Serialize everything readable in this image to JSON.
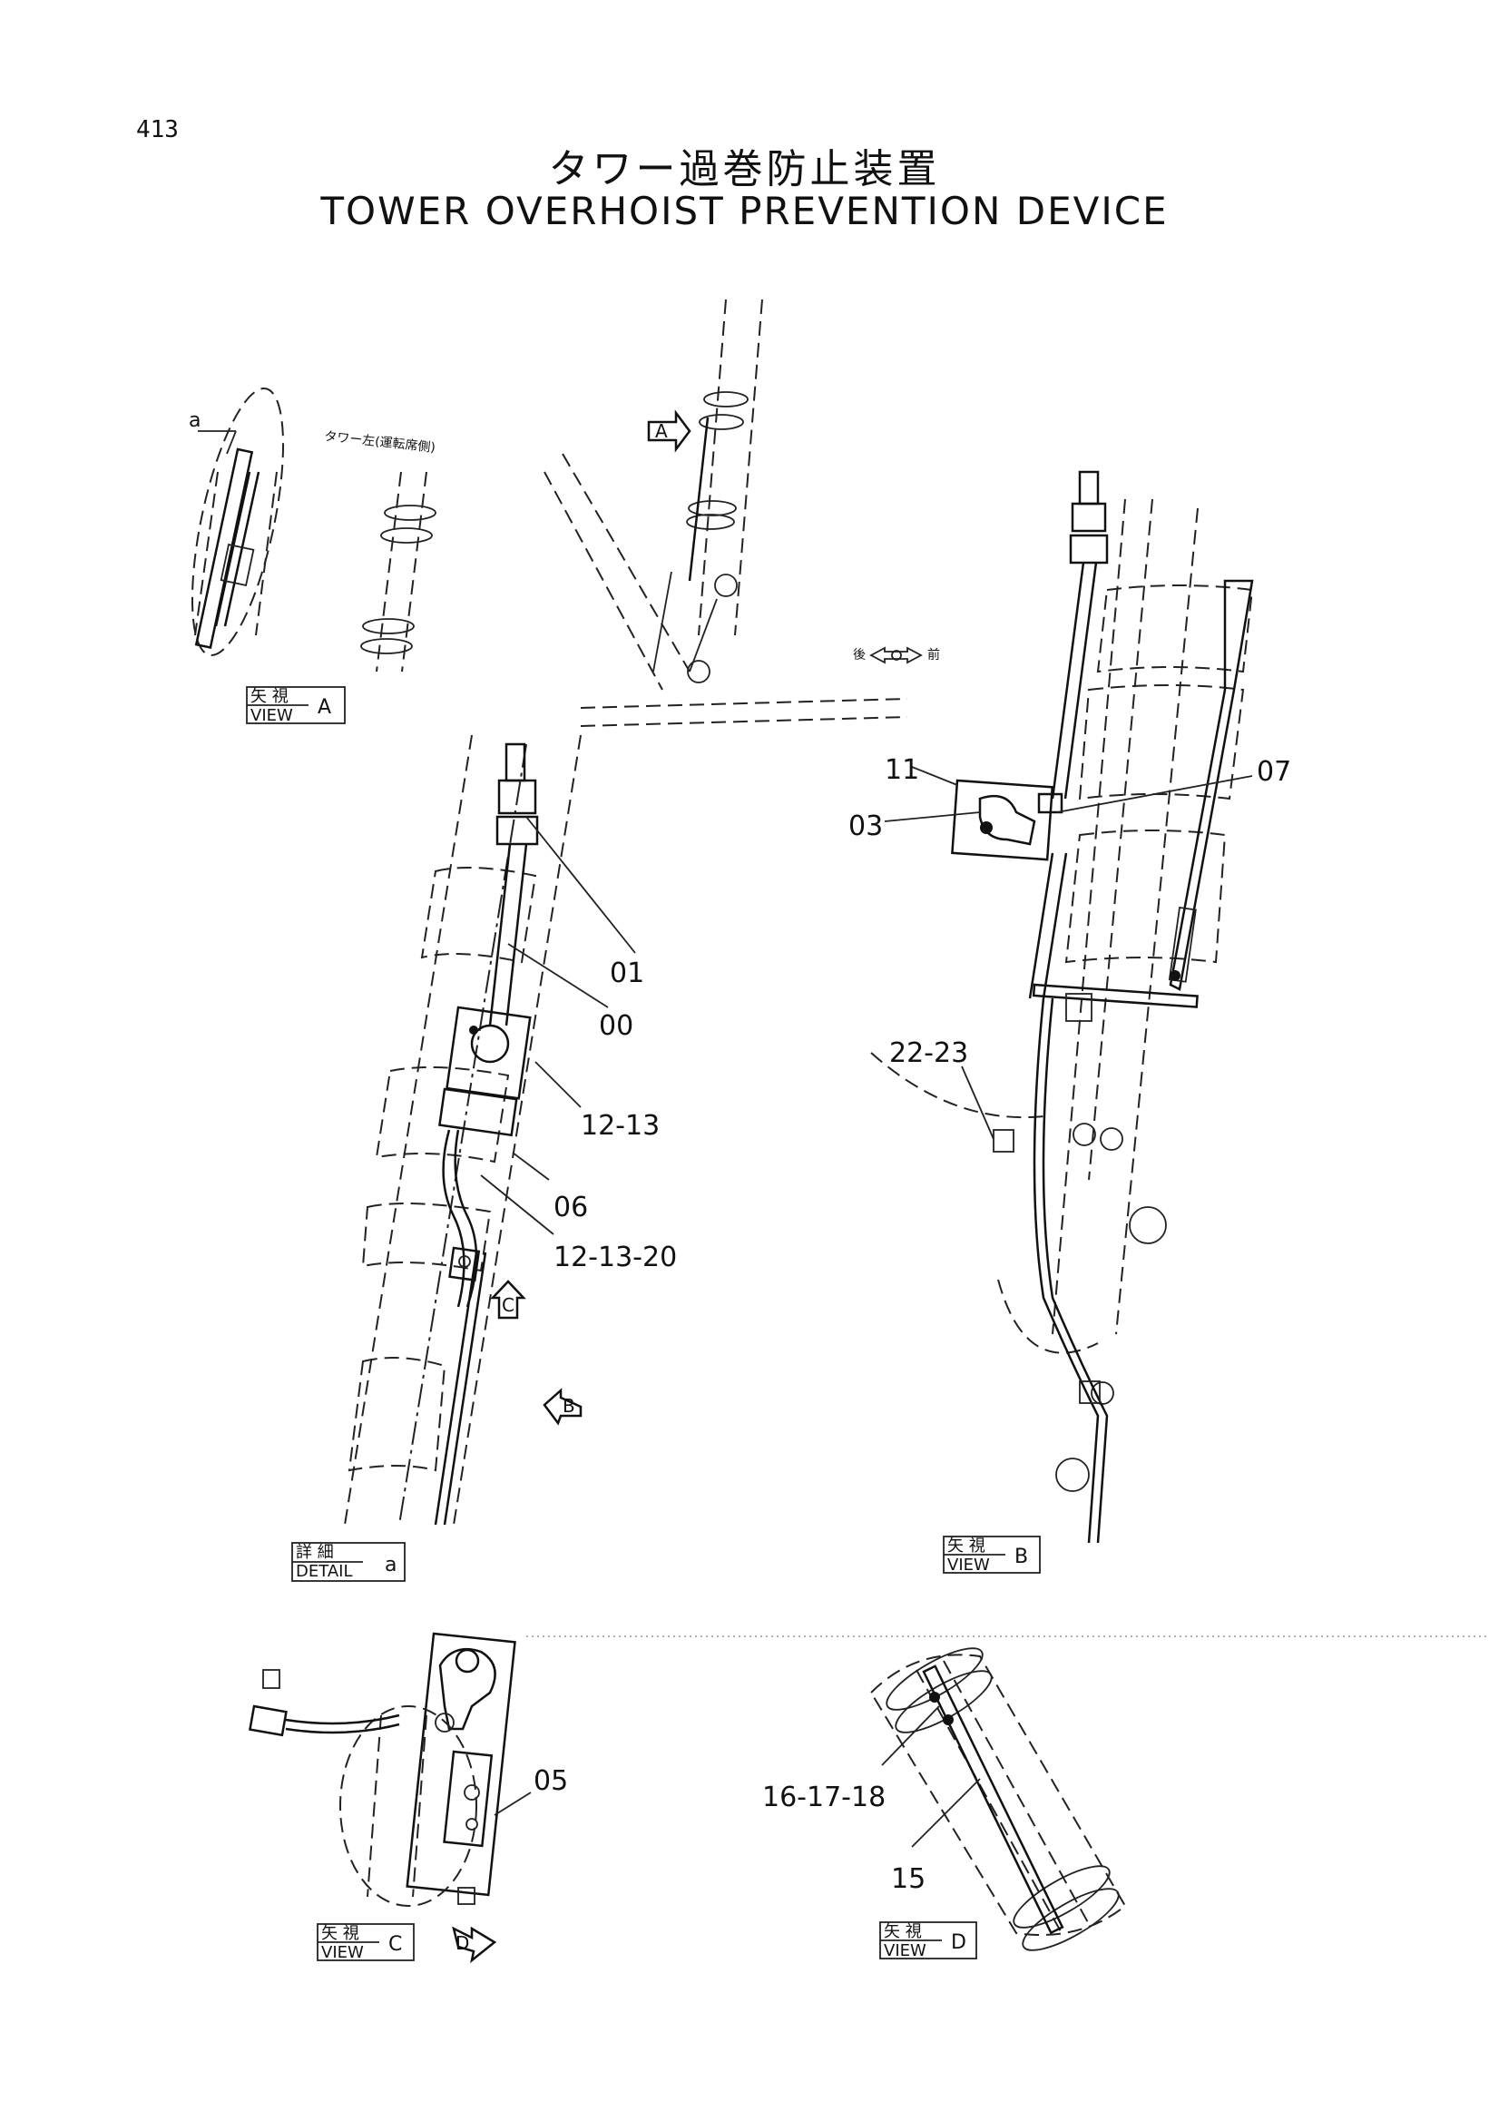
{
  "page_number": "413",
  "title_jp": "タワー過巻防止装置",
  "title_en": "TOWER OVERHOIST PREVENTION DEVICE",
  "direction_indicator": {
    "rear": "後",
    "front": "前"
  },
  "view_arrows": [
    "A",
    "B",
    "C",
    "D"
  ],
  "detail_marker": "a",
  "view_tags": [
    {
      "jp": "矢 視",
      "en": "VIEW",
      "letter": "A"
    },
    {
      "jp": "詳 細",
      "en": "DETAIL",
      "letter": "a"
    },
    {
      "jp": "矢 視",
      "en": "VIEW",
      "letter": "B"
    },
    {
      "jp": "矢 視",
      "en": "VIEW",
      "letter": "C"
    },
    {
      "jp": "矢 視",
      "en": "VIEW",
      "letter": "D"
    }
  ],
  "callouts": {
    "detail_a": [
      "01",
      "00",
      "12-13",
      "06",
      "12-13-20"
    ],
    "view_b": [
      "11",
      "03",
      "07",
      "22-23"
    ],
    "view_c": [
      "05"
    ],
    "view_d": [
      "16-17-18",
      "15"
    ]
  },
  "colors": {
    "ink": "#111111",
    "paper": "#ffffff"
  }
}
